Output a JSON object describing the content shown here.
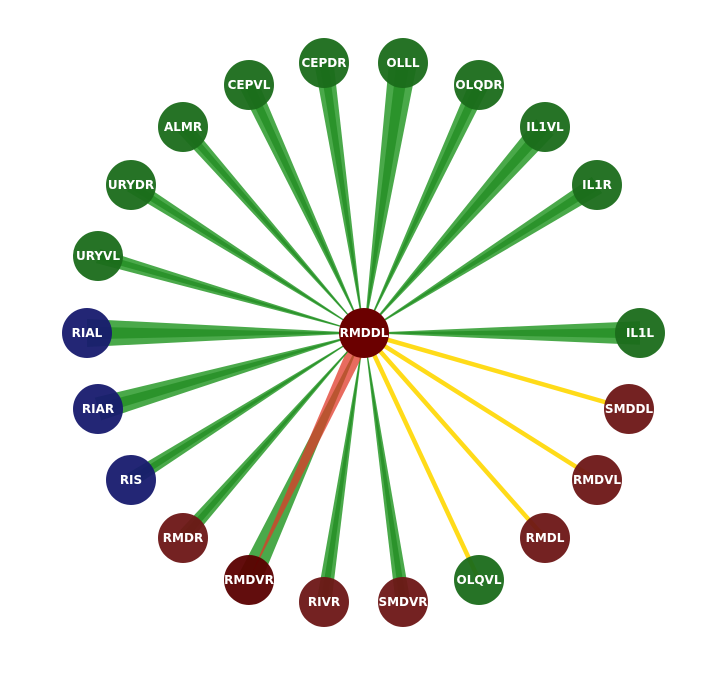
{
  "diagram": {
    "center": {
      "label": "RMDDL",
      "color": "#6b0000"
    },
    "colors": {
      "sensory": "#1a6b1a",
      "interneuron": "#171a6e",
      "motor": "#6d1616",
      "chemical_edge": "#2a9a2a",
      "gap_junction_edge": "#ffd700",
      "reciprocal_edge": "#e03a2a"
    },
    "nodes": [
      {
        "label": "CEPDR",
        "kind": "sensory",
        "edge": "chemical",
        "weight": 3
      },
      {
        "label": "OLLL",
        "kind": "sensory",
        "edge": "chemical",
        "weight": 5
      },
      {
        "label": "OLQDR",
        "kind": "sensory",
        "edge": "chemical",
        "weight": 3
      },
      {
        "label": "IL1VL",
        "kind": "sensory",
        "edge": "chemical",
        "weight": 4
      },
      {
        "label": "IL1R",
        "kind": "sensory",
        "edge": "chemical",
        "weight": 3
      },
      {
        "label": "IL1L",
        "kind": "sensory",
        "edge": "chemical",
        "weight": 4
      },
      {
        "label": "SMDDL",
        "kind": "motor",
        "edge": "gap",
        "weight": 1
      },
      {
        "label": "RMDVL",
        "kind": "motor",
        "edge": "gap",
        "weight": 1
      },
      {
        "label": "RMDL",
        "kind": "motor",
        "edge": "gap",
        "weight": 1
      },
      {
        "label": "OLQVL",
        "kind": "sensory",
        "edge": "gap",
        "weight": 1
      },
      {
        "label": "SMDVR",
        "kind": "motor",
        "edge": "chemical",
        "weight": 2
      },
      {
        "label": "RIVR",
        "kind": "motor",
        "edge": "chemical",
        "weight": 2
      },
      {
        "label": "RMDVR",
        "kind": "motor_dark",
        "edge": "reciprocal",
        "weight": 4
      },
      {
        "label": "RMDR",
        "kind": "motor",
        "edge": "chemical",
        "weight": 2
      },
      {
        "label": "RIS",
        "kind": "interneuron",
        "edge": "chemical",
        "weight": 2
      },
      {
        "label": "RIAR",
        "kind": "interneuron",
        "edge": "chemical",
        "weight": 4
      },
      {
        "label": "RIAL",
        "kind": "interneuron",
        "edge": "chemical",
        "weight": 5
      },
      {
        "label": "URYVL",
        "kind": "sensory",
        "edge": "chemical",
        "weight": 2
      },
      {
        "label": "URYDR",
        "kind": "sensory",
        "edge": "chemical",
        "weight": 2
      },
      {
        "label": "ALMR",
        "kind": "sensory",
        "edge": "chemical",
        "weight": 2
      },
      {
        "label": "CEPVL",
        "kind": "sensory",
        "edge": "chemical",
        "weight": 3
      }
    ]
  }
}
